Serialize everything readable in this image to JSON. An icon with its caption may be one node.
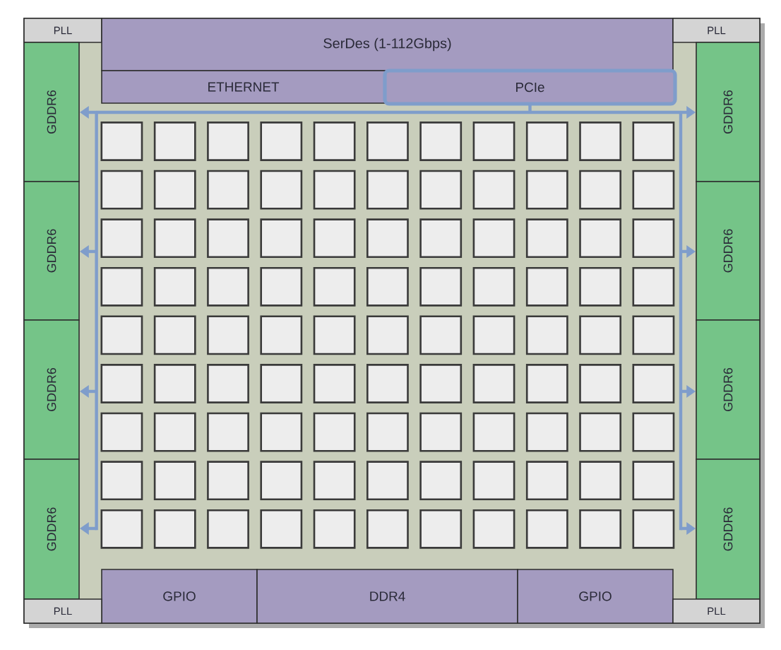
{
  "diagram": {
    "nodes": [
      {
        "text": [
          "PLL"
        ]
      },
      {
        "text": [
          "SerDes (1-112Gbps)"
        ]
      },
      {
        "text": [
          "PLL"
        ]
      },
      {
        "text": [
          "ETHERNET"
        ]
      },
      {
        "text": [
          "PCIe"
        ]
      },
      {
        "text": [
          "GDDR6"
        ]
      },
      {
        "text": [
          "GDDR6"
        ]
      },
      {
        "text": [
          "GDDR6"
        ]
      },
      {
        "text": [
          "GDDR6"
        ]
      },
      {
        "text": [
          "GDDR6"
        ]
      },
      {
        "text": [
          "GDDR6"
        ]
      },
      {
        "text": [
          "GDDR6"
        ]
      },
      {
        "text": [
          "GDDR6"
        ]
      },
      {
        "text": [
          "GPIO"
        ]
      },
      {
        "text": [
          "DDR4"
        ]
      },
      {
        "text": [
          "GPIO"
        ]
      },
      {
        "text": [
          "PLL"
        ]
      },
      {
        "text": [
          "PLL"
        ]
      },
      {
        "text": [],
        "shape": "box"
      },
      {
        "text": [],
        "shape": "box"
      },
      {
        "text": [],
        "shape": "box"
      },
      {
        "text": [],
        "shape": "box"
      },
      {
        "text": [],
        "shape": "box"
      },
      {
        "text": [],
        "shape": "box"
      },
      {
        "text": [],
        "shape": "box"
      },
      {
        "text": [],
        "shape": "box"
      },
      {
        "text": [],
        "shape": "box"
      },
      {
        "text": [],
        "shape": "box"
      },
      {
        "text": [],
        "shape": "box"
      },
      {
        "text": [],
        "shape": "box"
      },
      {
        "text": [],
        "shape": "box"
      },
      {
        "text": [],
        "shape": "box"
      },
      {
        "text": [],
        "shape": "box"
      },
      {
        "text": [],
        "shape": "box"
      },
      {
        "text": [],
        "shape": "box"
      },
      {
        "text": [],
        "shape": "box"
      },
      {
        "text": [],
        "shape": "box"
      },
      {
        "text": [],
        "shape": "box"
      },
      {
        "text": [],
        "shape": "box"
      },
      {
        "text": [],
        "shape": "box"
      },
      {
        "text": [],
        "shape": "box"
      },
      {
        "text": [],
        "shape": "box"
      },
      {
        "text": [],
        "shape": "box"
      },
      {
        "text": [],
        "shape": "box"
      },
      {
        "text": [],
        "shape": "box"
      },
      {
        "text": [],
        "shape": "box"
      },
      {
        "text": [],
        "shape": "box"
      },
      {
        "text": [],
        "shape": "box"
      },
      {
        "text": [],
        "shape": "box"
      },
      {
        "text": [],
        "shape": "box"
      },
      {
        "text": [],
        "shape": "box"
      },
      {
        "text": [],
        "shape": "box"
      },
      {
        "text": [],
        "shape": "box"
      },
      {
        "text": [],
        "shape": "box"
      },
      {
        "text": [],
        "shape": "box"
      },
      {
        "text": [],
        "shape": "box"
      },
      {
        "text": [],
        "shape": "box"
      },
      {
        "text": [],
        "shape": "box"
      },
      {
        "text": [],
        "shape": "box"
      },
      {
        "text": [],
        "shape": "box"
      },
      {
        "text": [],
        "shape": "box"
      },
      {
        "text": [],
        "shape": "box"
      },
      {
        "text": [],
        "shape": "box"
      },
      {
        "text": [],
        "shape": "box"
      },
      {
        "text": [],
        "shape": "box"
      },
      {
        "text": [],
        "shape": "box"
      },
      {
        "text": [],
        "shape": "box"
      },
      {
        "text": [],
        "shape": "box"
      },
      {
        "text": [],
        "shape": "box"
      },
      {
        "text": [],
        "shape": "box"
      },
      {
        "text": [],
        "shape": "box"
      },
      {
        "text": [],
        "shape": "box"
      },
      {
        "text": [],
        "shape": "box"
      },
      {
        "text": [],
        "shape": "box"
      },
      {
        "text": [],
        "shape": "box"
      },
      {
        "text": [],
        "shape": "box"
      },
      {
        "text": [],
        "shape": "box"
      },
      {
        "text": [],
        "shape": "box"
      },
      {
        "text": [],
        "shape": "box"
      },
      {
        "text": [],
        "shape": "box"
      },
      {
        "text": [],
        "shape": "box"
      },
      {
        "text": [],
        "shape": "box"
      },
      {
        "text": [],
        "shape": "box"
      },
      {
        "text": [],
        "shape": "box"
      },
      {
        "text": [],
        "shape": "box"
      },
      {
        "text": [],
        "shape": "box"
      },
      {
        "text": [],
        "shape": "box"
      },
      {
        "text": [],
        "shape": "box"
      },
      {
        "text": [],
        "shape": "box"
      },
      {
        "text": [],
        "shape": "box"
      },
      {
        "text": [],
        "shape": "box"
      },
      {
        "text": [],
        "shape": "box"
      },
      {
        "text": [],
        "shape": "box"
      },
      {
        "text": [],
        "shape": "box"
      },
      {
        "text": [],
        "shape": "box"
      },
      {
        "text": [],
        "shape": "box"
      },
      {
        "text": [],
        "shape": "box"
      },
      {
        "text": [],
        "shape": "box"
      },
      {
        "text": [],
        "shape": "box"
      },
      {
        "text": [],
        "shape": "box"
      },
      {
        "text": [],
        "shape": "box"
      },
      {
        "text": [],
        "shape": "box"
      },
      {
        "text": [],
        "shape": "box"
      },
      {
        "text": [],
        "shape": "box"
      },
      {
        "text": [],
        "shape": "box"
      },
      {
        "text": [],
        "shape": "box"
      },
      {
        "text": [],
        "shape": "box"
      },
      {
        "text": [],
        "shape": "box"
      },
      {
        "text": [],
        "shape": "box"
      },
      {
        "text": [],
        "shape": "box"
      },
      {
        "text": [],
        "shape": "box"
      },
      {
        "text": [],
        "shape": "box"
      },
      {
        "text": [],
        "shape": "box"
      },
      {
        "text": [],
        "shape": "box"
      },
      {
        "text": [],
        "shape": "box"
      },
      {
        "text": [],
        "shape": "box"
      },
      {
        "text": [],
        "shape": "box"
      }
    ],
    "edges": [
      {
        "from": 4,
        "to": 5,
        "arrow": "to"
      },
      {
        "from": 4,
        "to": 6,
        "arrow": "to"
      },
      {
        "from": 4,
        "to": 7,
        "arrow": "to"
      },
      {
        "from": 4,
        "to": 8,
        "arrow": "to"
      },
      {
        "from": 4,
        "to": 9,
        "arrow": "to"
      },
      {
        "from": 4,
        "to": 10,
        "arrow": "to"
      },
      {
        "from": 4,
        "to": 11,
        "arrow": "to"
      },
      {
        "from": 4,
        "to": 12,
        "arrow": "to"
      }
    ]
  }
}
